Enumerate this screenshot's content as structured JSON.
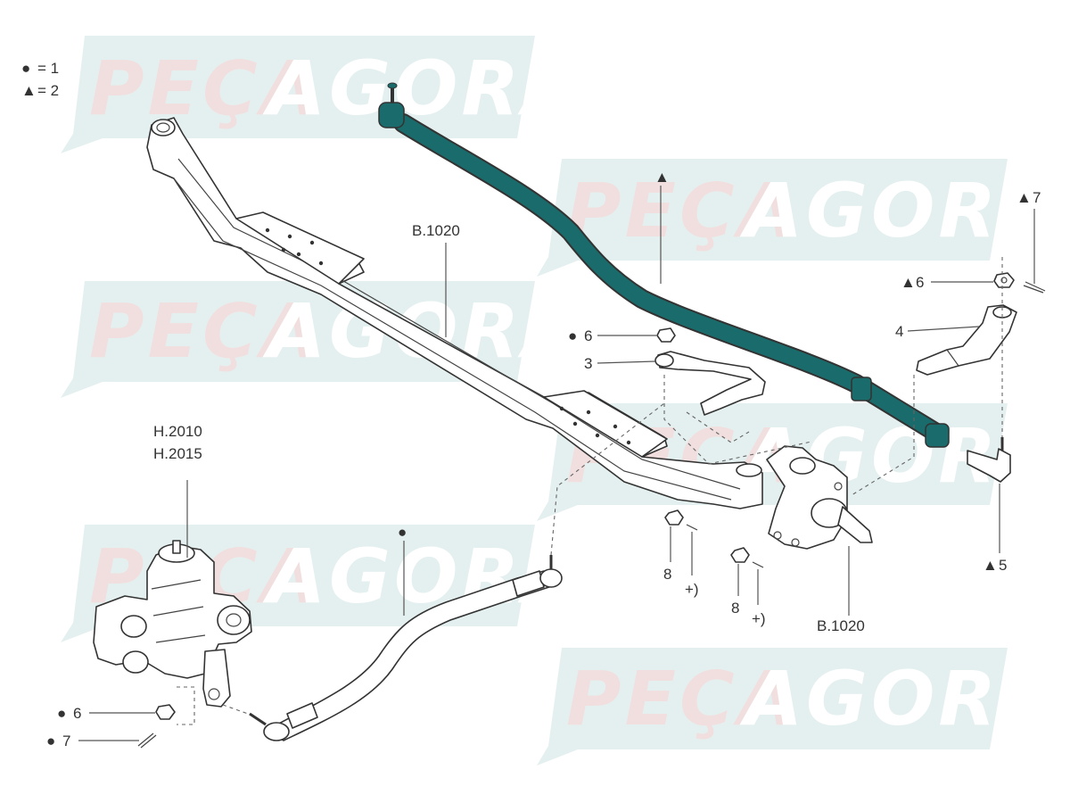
{
  "colors": {
    "highlight": "#1a6b6b",
    "watermark_banner": "#e4f0ef",
    "watermark_text_red": "#f3dede",
    "line": "#333333"
  },
  "legend": {
    "items": [
      {
        "symbol": "●",
        "text": "= 1"
      },
      {
        "symbol": "▲",
        "text": "= 2"
      }
    ]
  },
  "watermark": {
    "part1": "PEÇA",
    "part2": "AGORA"
  },
  "labels": {
    "axle_top": "B.1020",
    "axle_bottom": "B.1020",
    "gearbox_1": "H.2010",
    "gearbox_2": "H.2015",
    "tie_rod_marker": "▲",
    "drag_link_marker": "●",
    "item3": "3",
    "item4": "4",
    "item5": "5",
    "item5_sym": "▲",
    "item6_a": "6",
    "item6_a_sym": "●",
    "item6_b": "6",
    "item6_b_sym": "▲",
    "item6_c": "6",
    "item6_c_sym": "●",
    "item7_a": "7",
    "item7_a_sym": "▲",
    "item7_b": "7",
    "item7_b_sym": "●",
    "item8_a": "8",
    "item8_b": "8",
    "plus_a": "+)",
    "plus_b": "+)"
  }
}
